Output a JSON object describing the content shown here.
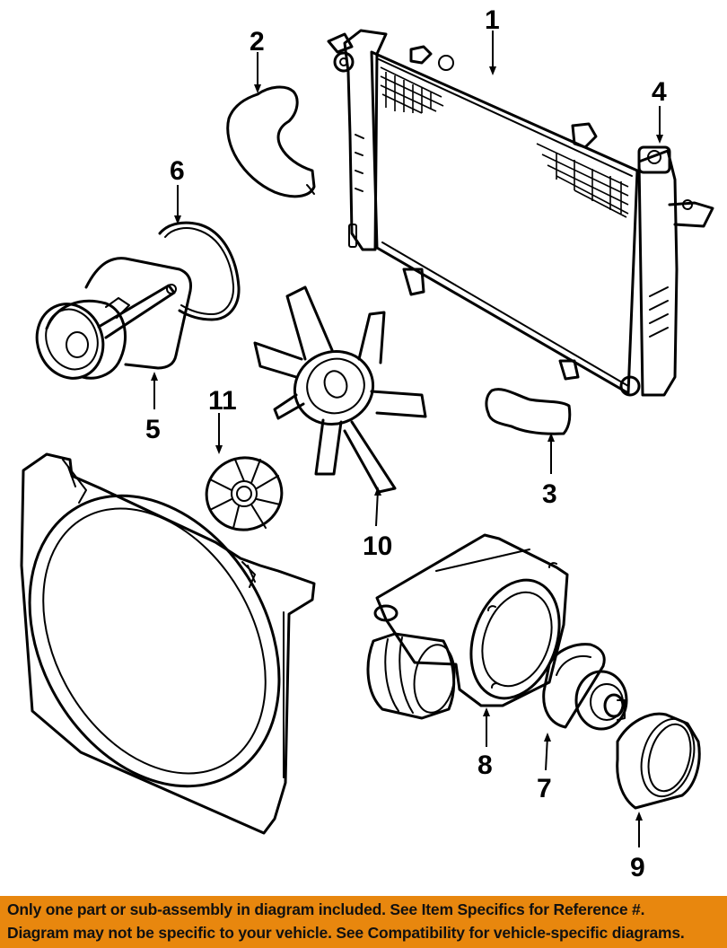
{
  "diagram": {
    "title": "Radiator & cooling components exploded view",
    "callouts": [
      {
        "number": "1",
        "part": "radiator"
      },
      {
        "number": "2",
        "part": "upper-radiator-hose"
      },
      {
        "number": "3",
        "part": "lower-radiator-hose"
      },
      {
        "number": "4",
        "part": "radiator-cap-neck"
      },
      {
        "number": "5",
        "part": "water-pump"
      },
      {
        "number": "6",
        "part": "water-pump-gasket"
      },
      {
        "number": "7",
        "part": "thermostat"
      },
      {
        "number": "8",
        "part": "thermostat-housing"
      },
      {
        "number": "9",
        "part": "thermostat-seal"
      },
      {
        "number": "10",
        "part": "fan-blade"
      },
      {
        "number": "11",
        "part": "fan-clutch"
      }
    ],
    "extra_parts": [
      "fan-shroud"
    ]
  },
  "banner": {
    "color": "#e8870e",
    "line1": "Only one part or sub-assembly in diagram included. See Item Specifics for Reference #.",
    "line2": "Diagram may not be specific to your vehicle. See Compatibility for vehicle-specific diagrams."
  }
}
